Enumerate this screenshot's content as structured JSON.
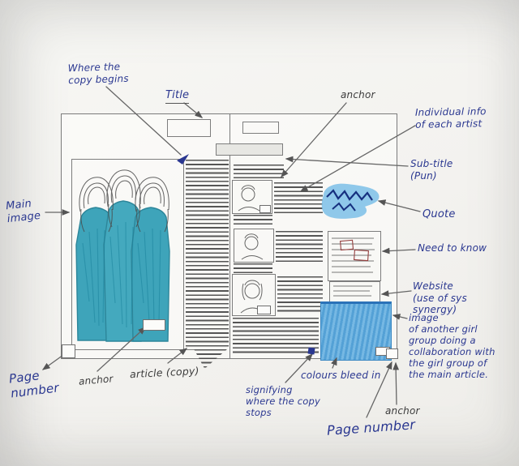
{
  "annotations": {
    "where_copy_begins": "Where the\ncopy begins",
    "title": "Title",
    "anchor_top": "anchor",
    "individual_info": "Individual info\nof each artist",
    "subtitle": "Sub-title\n(Pun)",
    "quote": "Quote",
    "need_to_know": "Need to know",
    "website": "Website\n(use of sys\nsynergy)",
    "collab_image": "image\nof another girl\ngroup doing a\ncollaboration with\nthe girl group of\nthe main article.",
    "main_image": "Main\nimage",
    "page_number_left": "Page\nnumber",
    "anchor_bottom_left": "anchor",
    "article_copy": "article (copy)",
    "copy_stops": "signifying\nwhere the copy\nstops",
    "colours_bleed": "colours bleed in",
    "page_number_right": "Page number",
    "anchor_bottom_right": "anchor"
  },
  "colors": {
    "pen_blue": "#2a3790",
    "pencil_gray": "#6b6b6b",
    "dress_teal": "#2f9db5",
    "collab_sky_blue": "#5caade",
    "quote_highlight": "#7cc0e8",
    "paper": "#f5f4f1"
  }
}
